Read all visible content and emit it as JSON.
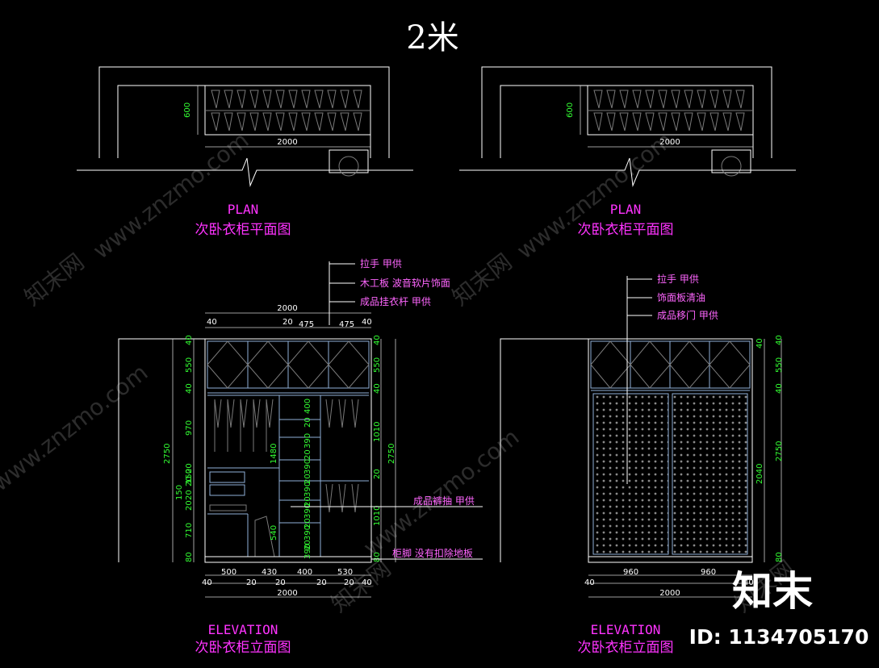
{
  "title": "2米",
  "plans": [
    {
      "label_en": "PLAN",
      "label_cn": "次卧衣柜平面图",
      "dim_depth": "600",
      "dim_width": "2000"
    },
    {
      "label_en": "PLAN",
      "label_cn": "次卧衣柜平面图",
      "dim_depth": "600",
      "dim_width": "2000"
    }
  ],
  "elevation_left": {
    "label_en": "ELEVATION",
    "label_cn": "次卧衣柜立面图",
    "annotations": [
      "拉手 甲供",
      "木工板 波音软片饰面",
      "成品挂衣杆 甲供",
      "成品裤抽 甲供",
      "柜脚 没有扣除地板"
    ],
    "top_dims": [
      "2000",
      "40",
      "20",
      "475",
      "475",
      "40"
    ],
    "bottom_dims_row1": [
      "500",
      "430",
      "400",
      "530"
    ],
    "bottom_dims_row2": [
      "40",
      "20",
      "20",
      "20",
      "20",
      "40"
    ],
    "bottom_total": "2000",
    "left_dims": [
      "40",
      "550",
      "40",
      "970",
      "20",
      "20",
      "20",
      "150",
      "150",
      "20",
      "710",
      "80"
    ],
    "left_total": "2750",
    "middle_dims": [
      "400",
      "390",
      "390",
      "390",
      "390",
      "390",
      "390",
      "20",
      "20",
      "20",
      "20",
      "20",
      "20"
    ],
    "hang_dims": [
      "1480",
      "540"
    ],
    "right_dims": [
      "40",
      "550",
      "40",
      "1010",
      "20",
      "1010",
      "80"
    ],
    "right_total": "2750"
  },
  "elevation_right": {
    "label_en": "ELEVATION",
    "label_cn": "次卧衣柜立面图",
    "annotations": [
      "拉手 甲供",
      "饰面板清油",
      "成品移门 甲供"
    ],
    "bottom_dims_row1": [
      "960",
      "960"
    ],
    "bottom_dims_row2": [
      "40",
      "40"
    ],
    "bottom_total": "2000",
    "left_dims": [
      "40",
      "2040"
    ],
    "right_dims": [
      "40",
      "550",
      "40",
      "2750",
      "80"
    ]
  },
  "watermark": {
    "logo_text": "知末",
    "id_text": "ID: 1134705170",
    "url_text": "www.znzmo.com",
    "brand_text": "知末网"
  }
}
